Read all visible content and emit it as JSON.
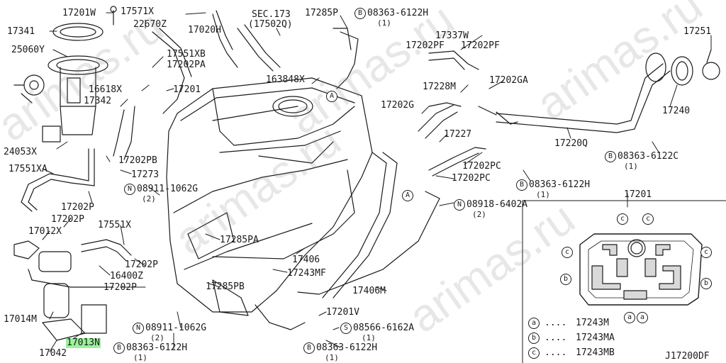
{
  "watermark": "arimas.ru",
  "highlight_color": "#9cf09c",
  "labels": {
    "p17201w": "17201W",
    "p17571x": "17571X",
    "p17341": "17341",
    "p22670z": "22670Z",
    "p17020h": "17020H",
    "sec173": "SEC.173",
    "sec173sub": "(17502Q)",
    "p17285p": "17285P",
    "bolt1": "08363-6122H",
    "qty1": "(1)",
    "p25060y": "25060Y",
    "p17551xb": "17551XB",
    "p17202pa": "17202PA",
    "p163848x": "163848X",
    "p17337w": "17337W",
    "p17202pf1": "17202PF",
    "p17202pf2": "17202PF",
    "p17251": "17251",
    "p16618x": "16618X",
    "p17342": "17342",
    "p17201a": "17201",
    "p17228m": "17228M",
    "p17202ga": "17202GA",
    "p17202g": "17202G",
    "p17240": "17240",
    "p24053x": "24053X",
    "p17202pb": "17202PB",
    "p17227": "17227",
    "p17220q": "17220Q",
    "bolt2": "08363-6122C",
    "qty2": "(1)",
    "p17551xa": "17551XA",
    "p17273": "17273",
    "p17202pc1": "17202PC",
    "p17202pc2": "17202PC",
    "bolt3": "08363-6122H",
    "qty3": "(1)",
    "nut1": "08911-1062G",
    "qty4": "(2)",
    "p17201b": "17201",
    "p17202p1": "17202P",
    "nut2": "08918-6402A",
    "qty5": "(2)",
    "p17202p2": "17202P",
    "p17551x": "17551X",
    "p17012x": "17012X",
    "p17285pa": "17285PA",
    "p17406": "17406",
    "p17202p3": "17202P",
    "p16400z": "16400Z",
    "p17243mf": "17243MF",
    "p17202p4": "17202P",
    "p17285pb": "17285PB",
    "p17406m": "17406M",
    "p17014m": "17014M",
    "p17201v": "17201V",
    "nut3": "08911-1062G",
    "qty6": "(2)",
    "screw1": "08566-6162A",
    "qty7": "(1)",
    "p17013n": "17013N",
    "p17042": "17042",
    "bolt4": "08363-6122H",
    "qty8": "(1)",
    "bolt5": "08363-6122H",
    "qty9": "(1)",
    "ref": "J17200DF"
  },
  "markers": {
    "A": "A",
    "B": "B",
    "N": "N",
    "S": "S"
  },
  "legend": [
    {
      "key": "a",
      "dots": "....",
      "part": "17243M"
    },
    {
      "key": "b",
      "dots": "....",
      "part": "17243MA"
    },
    {
      "key": "c",
      "dots": "....",
      "part": "17243MB"
    }
  ]
}
